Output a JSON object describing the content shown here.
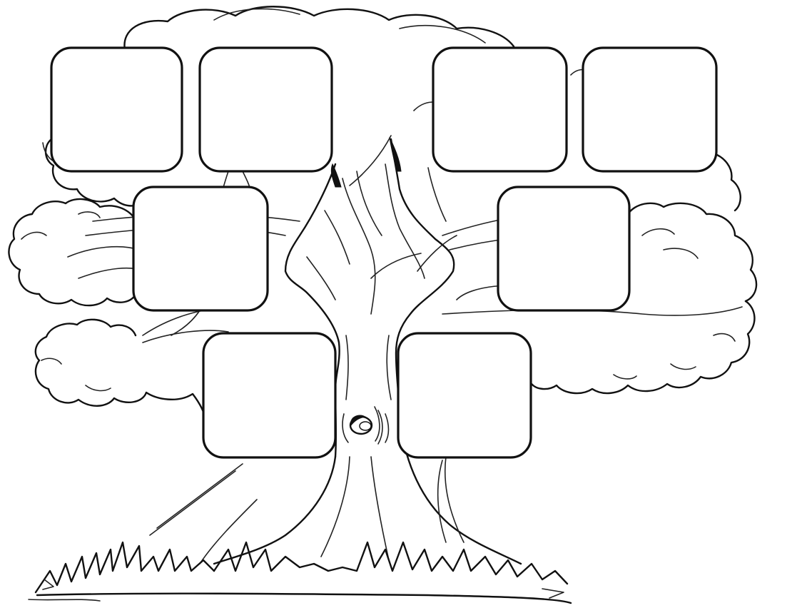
{
  "diagram": {
    "colors": {
      "ink": "#111111",
      "background": "#ffffff"
    },
    "boxes": [
      {
        "id": "great-grandparent-1",
        "text": ""
      },
      {
        "id": "great-grandparent-2",
        "text": ""
      },
      {
        "id": "great-grandparent-3",
        "text": ""
      },
      {
        "id": "great-grandparent-4",
        "text": ""
      },
      {
        "id": "grandparent-1",
        "text": ""
      },
      {
        "id": "grandparent-2",
        "text": ""
      },
      {
        "id": "parent-1",
        "text": ""
      },
      {
        "id": "parent-2",
        "text": ""
      }
    ]
  }
}
